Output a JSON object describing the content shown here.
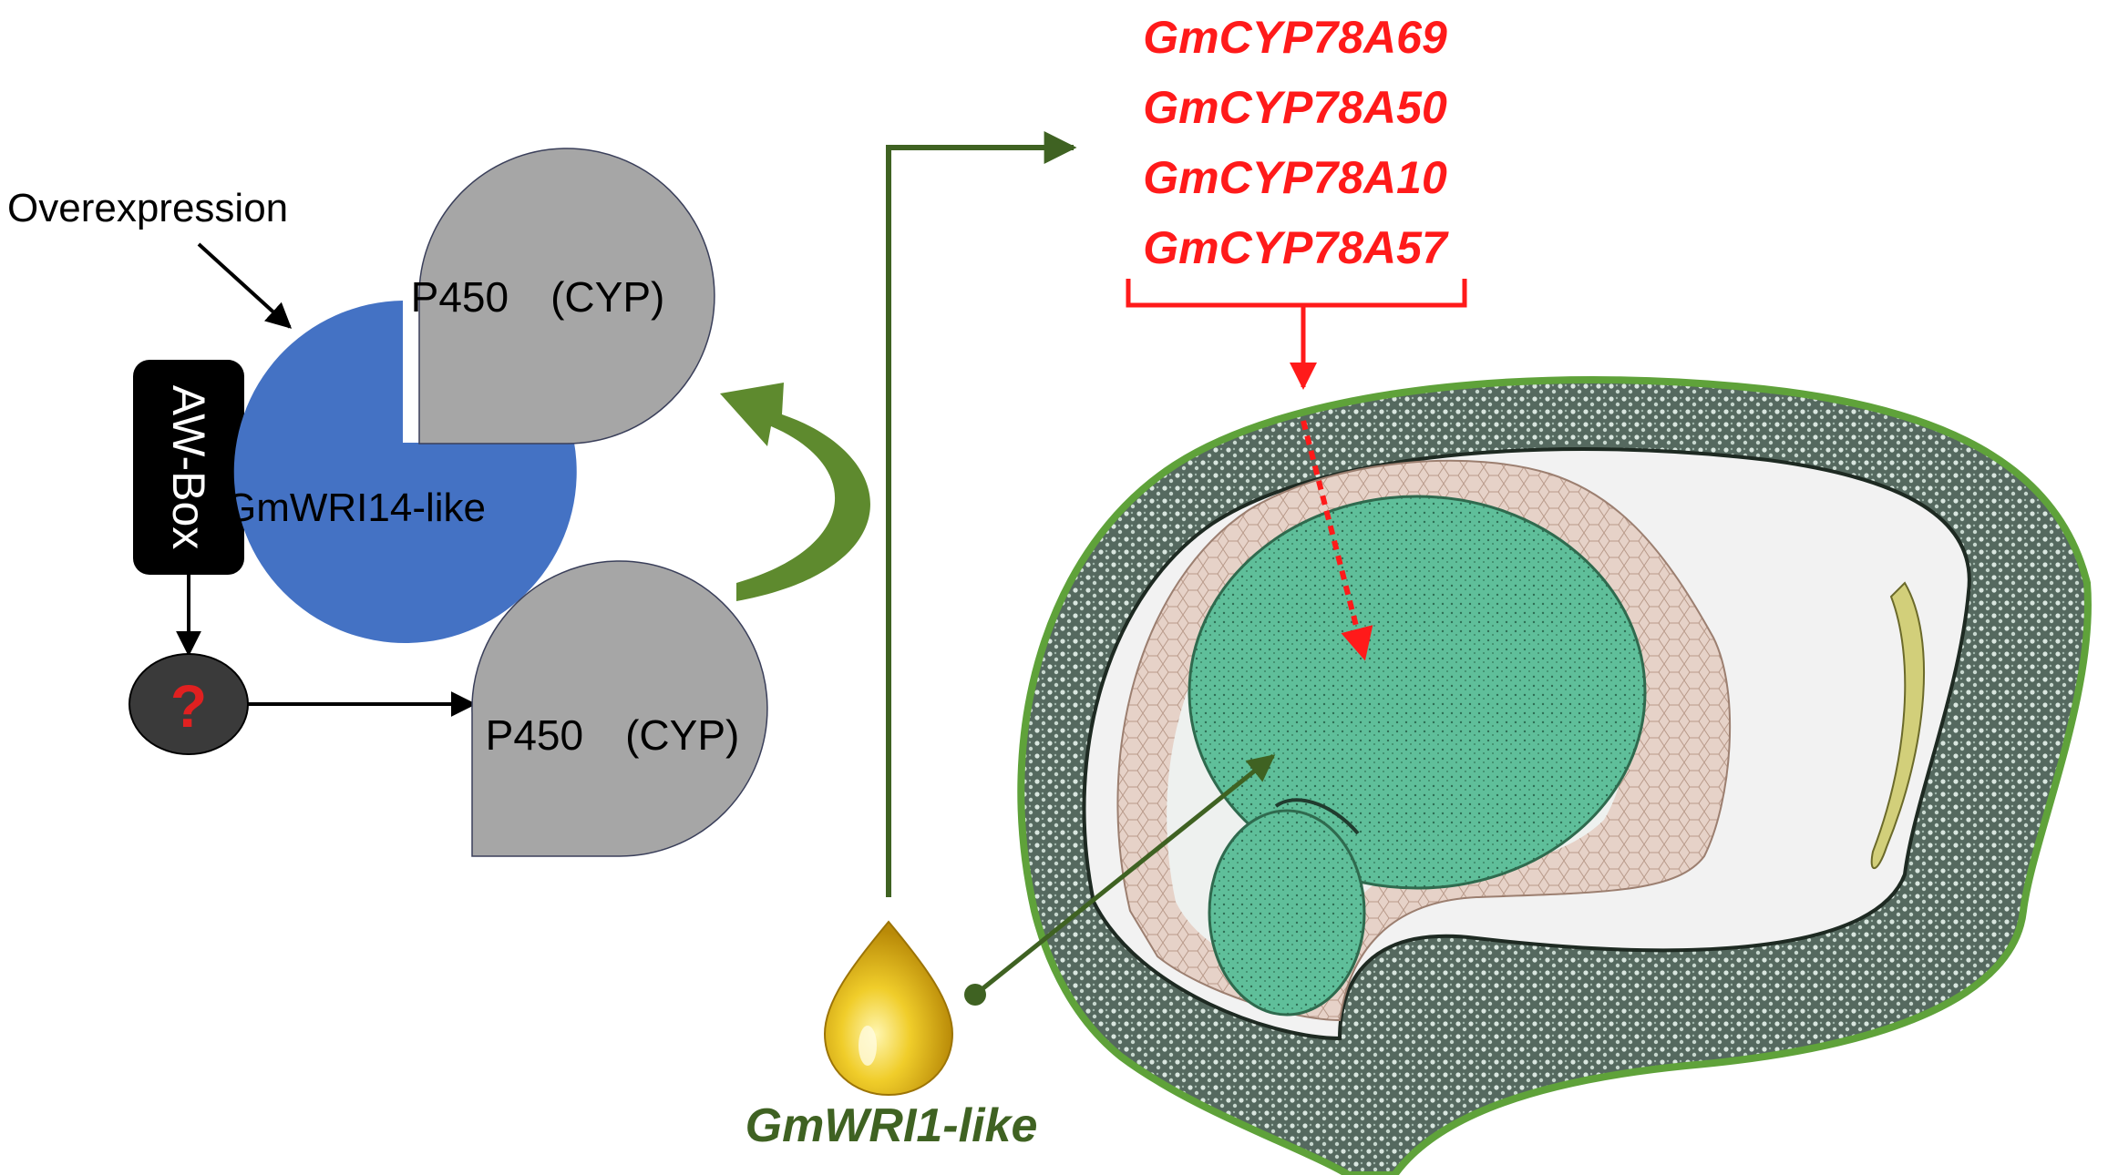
{
  "labels": {
    "overexpression": "Overexpression",
    "aw_box": "AW-Box",
    "question_mark": "?",
    "gmwri14_like": "GmWRI14-like",
    "p450_top": "P450　(CYP)",
    "p450_bottom": "P450　(CYP)",
    "gmwri1_like": "GmWRI1-like"
  },
  "genes": [
    "GmCYP78A69",
    "GmCYP78A50",
    "GmCYP78A10",
    "GmCYP78A57"
  ],
  "colors": {
    "gene_red": "#ff1a1a",
    "dark_green": "#3f6222",
    "blue": "#4472c4",
    "gray": "#a6a6a6",
    "black_box": "#000000",
    "question_circle": "#3a3a3a",
    "question_red": "#e02020",
    "drop_gold": "#e0b81a"
  },
  "icons": {
    "seed_section": "seed-cross-section-illustration",
    "oil_drop": "oil-drop-icon"
  }
}
